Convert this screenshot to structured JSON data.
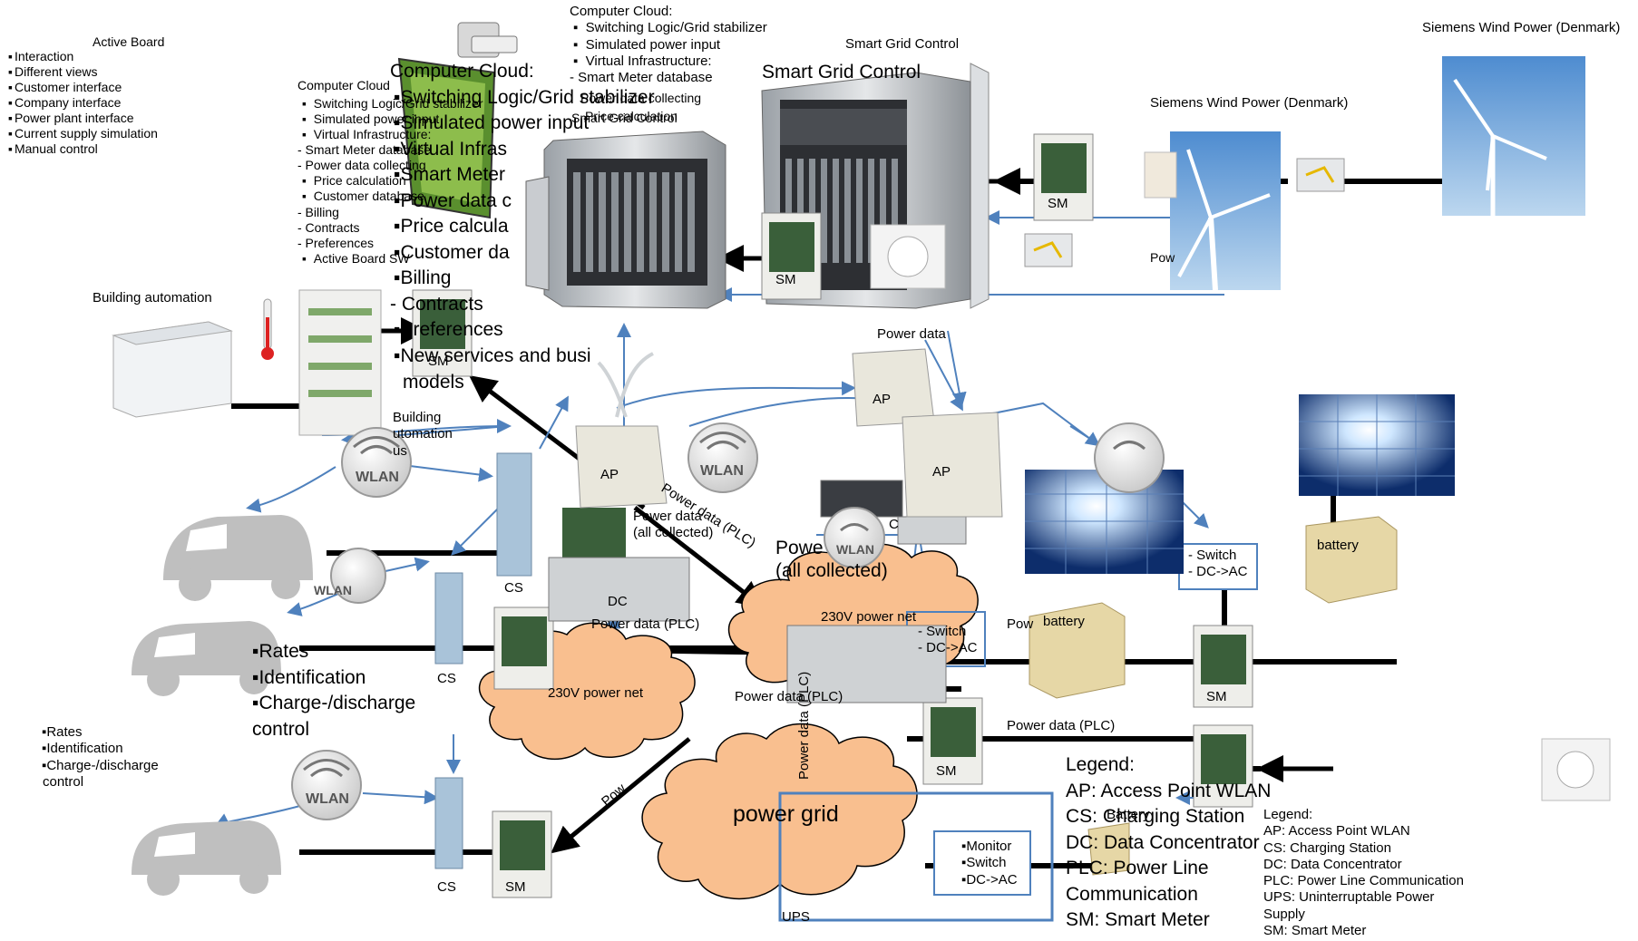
{
  "active_board": {
    "title": "Active Board",
    "items": [
      "Interaction",
      "Different views",
      "Customer interface",
      "Company interface",
      "Power plant interface",
      "Current supply simulation",
      "Manual control"
    ]
  },
  "computer_cloud_small": {
    "title": "Computer Cloud",
    "bullets": [
      "Switching Logic/Grid stabilizer",
      "Simulated power input",
      "Virtual Infrastructure:"
    ],
    "dashed": [
      "- Smart Meter database",
      "- Power data collecting"
    ],
    "bullets2": [
      "Price calculation",
      "Customer database"
    ],
    "dashed2": [
      "- Billing",
      "- Contracts",
      "- Preferences"
    ],
    "bullets3": [
      "Active Board SW"
    ]
  },
  "computer_cloud_top": {
    "title": "Computer Cloud:",
    "bullets": [
      "Switching Logic/Grid stabilizer",
      "Simulated power input",
      "Virtual Infrastructure:"
    ],
    "dashed": [
      "- Smart Meter database"
    ],
    "overlap": [
      "Power data collecting",
      "Price calculation"
    ]
  },
  "computer_cloud_big": {
    "title": "Computer Cloud:",
    "bullets": [
      "Switching Logic/Grid stabilizer",
      "Simulated power input",
      "Virtual Infras",
      "Smart Meter",
      "Power data c",
      "Price calcula",
      "Customer da",
      "Billing"
    ],
    "dashed": [
      "- Contracts"
    ],
    "bullets2": [
      "Preferences",
      "New services and busi"
    ],
    "cont": "models"
  },
  "smart_grid_control": {
    "label": "Smart Grid Control",
    "big": "Smart Grid Control",
    "overlap": "Smart Grid Control"
  },
  "siemens": {
    "top": "Siemens Wind Power (Denmark)",
    "mid": "Siemens Wind Power (Denmark)",
    "pow": "Pow"
  },
  "building": {
    "automation": "Building automation",
    "bus1": "Building",
    "bus2": "utomation",
    "bus3": "us"
  },
  "power_data": {
    "top": "Power data",
    "collected1": "Power data",
    "collected2": "(all collected)",
    "big1": "Powe",
    "big2": "(all collected)",
    "plc_rot": "Power data (PLC)",
    "plc_mid": "Power data (PLC)",
    "plc_small": "Power data (PLC)",
    "plc_right": "Power data (PLC)",
    "pow_left": "Pow",
    "pow_bat": "Pow",
    "vert": "Power data (PLC)"
  },
  "labels": {
    "ap": "AP",
    "cs": "CS",
    "sm": "SM",
    "dc": "DC",
    "wlan": "WLAN",
    "c": "C",
    "ups": "UPS",
    "battery": "battery",
    "battery_ghost": "Battery"
  },
  "clouds": {
    "net1": "230V power net",
    "net2": "230V power net",
    "grid": "power grid"
  },
  "switch_boxes": {
    "a": [
      "- Switch",
      "- DC->AC"
    ],
    "b": [
      "- Switch",
      "- DC->AC"
    ],
    "monitor": [
      "Monitor",
      "Switch",
      "DC->AC"
    ]
  },
  "rates_big": {
    "items": [
      "Rates",
      "Identification",
      "Charge-/discharge"
    ],
    "cont": "control"
  },
  "rates_small": {
    "items": [
      "Rates",
      "Identification",
      "Charge-/discharge"
    ],
    "cont": "control"
  },
  "legend_big": {
    "title": "Legend:",
    "rows": [
      "AP:  Access Point WLAN",
      "CS:  Charging Station",
      "DC:  Data  Concentrator",
      "PLC: Power Line",
      "Communication",
      "SM:  Smart Meter"
    ]
  },
  "legend_small": {
    "title": "Legend:",
    "rows": [
      "AP:  Access Point WLAN",
      "CS:   Charging Station",
      "DC:  Data  Concentrator",
      "PLC: Power Line  Communication",
      "UPS: Uninterruptable Power",
      "       Supply",
      "SM:  Smart Meter"
    ]
  },
  "colors": {
    "cloud": "#f9bf8f",
    "arrow_blue": "#4f81bd",
    "line": "#000000",
    "device": "#e9e7dc",
    "car": "#bfbfbf",
    "sky": "#7fb0de"
  }
}
